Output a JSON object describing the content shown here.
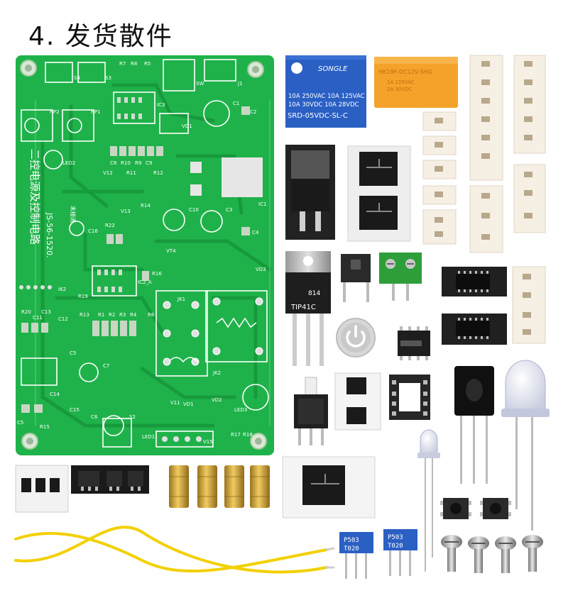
{
  "page": {
    "title": "4. 发货散件"
  },
  "pcb": {
    "board_text": "二控电源及控制电路",
    "model": "JS-56-1520.",
    "note": "未接通",
    "labels": [
      "S4",
      "S3",
      "R7",
      "R8",
      "R5",
      "RP2",
      "RP1",
      "IC3",
      "J1",
      "SW",
      "C1",
      "C2",
      "LED2",
      "VD1",
      "V12",
      "R10",
      "R9",
      "C9",
      "C8",
      "R11",
      "R12",
      "IC1",
      "C4",
      "R14",
      "C10",
      "C3",
      "V13",
      "R22",
      "C16",
      "VT4",
      "R16",
      "VD3",
      "IC2_A",
      "R19",
      "IK2",
      "R20",
      "C13",
      "C11",
      "C12",
      "R13",
      "R1",
      "R2",
      "R3",
      "R4",
      "R6",
      "C5",
      "JK1",
      "JK2",
      "C7",
      "VD2",
      "VD1",
      "LED3",
      "C14",
      "C15",
      "C6",
      "S2",
      "LED1",
      "V11",
      "V15",
      "R17",
      "R18",
      "C5",
      "R15"
    ]
  },
  "components": {
    "relay_blue": {
      "brand": "SONGLE",
      "line1": "10A 250VAC  10A 125VAC",
      "line2": "10A  30VDC  10A  28VDC",
      "model": "SRD-05VDC-SL-C"
    },
    "relay_orange": {
      "line1": "HK19F-DC12V-SHG",
      "line2": "1A 125VAC",
      "line3": "2A 30VDC"
    },
    "transistor": {
      "model": "TIP41C",
      "code": "814"
    },
    "trimmer_left": {
      "line1": "P503",
      "line2": "T020"
    },
    "trimmer_right": {
      "line1": "P503",
      "line2": "T020"
    }
  },
  "colors": {
    "pcb_green": "#1fb24a",
    "trace_green": "#179a3c",
    "silk_white": "#ffffff",
    "relay_blue": "#2a5fc4",
    "relay_orange": "#f4a22a",
    "terminal_green": "#2e9e3a",
    "brass": "#d2a43a",
    "wire_yellow": "#f2d000"
  }
}
